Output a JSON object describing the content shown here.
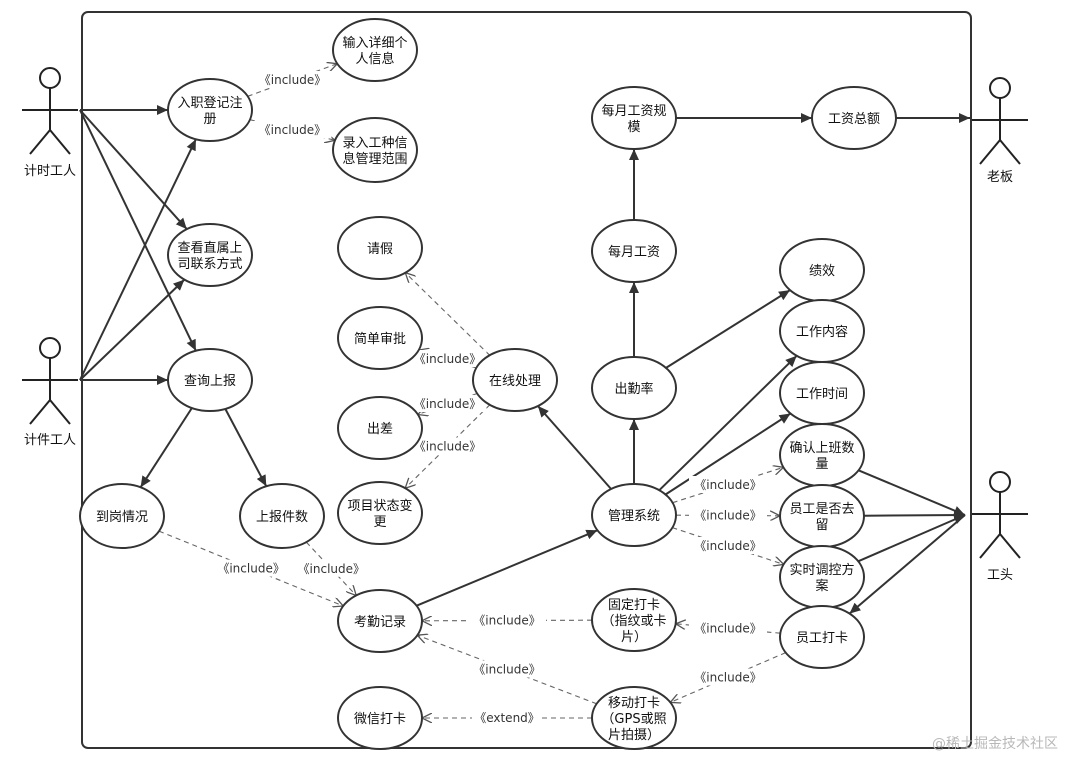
{
  "actors": [
    {
      "id": "hourly",
      "label": "计时工人"
    },
    {
      "id": "piece",
      "label": "计件工人"
    },
    {
      "id": "boss",
      "label": "老板"
    },
    {
      "id": "foreman",
      "label": "工头"
    }
  ],
  "use_cases": [
    {
      "id": "register",
      "lines": [
        "入职登记注",
        "册"
      ]
    },
    {
      "id": "personal_info",
      "lines": [
        "输入详细个",
        "人信息"
      ]
    },
    {
      "id": "job_scope",
      "lines": [
        "录入工种信",
        "息管理范围"
      ]
    },
    {
      "id": "view_contact",
      "lines": [
        "查看直属上",
        "司联系方式"
      ]
    },
    {
      "id": "query_report",
      "lines": [
        "查询上报"
      ]
    },
    {
      "id": "arrival",
      "lines": [
        "到岗情况"
      ]
    },
    {
      "id": "report_count",
      "lines": [
        "上报件数"
      ]
    },
    {
      "id": "attendance",
      "lines": [
        "考勤记录"
      ]
    },
    {
      "id": "wechat",
      "lines": [
        "微信打卡"
      ]
    },
    {
      "id": "leave",
      "lines": [
        "请假"
      ]
    },
    {
      "id": "approval",
      "lines": [
        "简单审批"
      ]
    },
    {
      "id": "trip",
      "lines": [
        "出差"
      ]
    },
    {
      "id": "project_status",
      "lines": [
        "项目状态变",
        "更"
      ]
    },
    {
      "id": "online",
      "lines": [
        "在线处理"
      ]
    },
    {
      "id": "monthly_scale",
      "lines": [
        "每月工资规",
        "模"
      ]
    },
    {
      "id": "total_salary",
      "lines": [
        "工资总额"
      ]
    },
    {
      "id": "monthly_salary",
      "lines": [
        "每月工资"
      ]
    },
    {
      "id": "attendance_rate",
      "lines": [
        "出勤率"
      ]
    },
    {
      "id": "mgmt",
      "lines": [
        "管理系统"
      ]
    },
    {
      "id": "fixed_punch",
      "lines": [
        "固定打卡",
        "（指纹或卡",
        "片）"
      ]
    },
    {
      "id": "mobile_punch",
      "lines": [
        "移动打卡",
        "（GPS或照",
        "片拍摄）"
      ]
    },
    {
      "id": "performance",
      "lines": [
        "绩效"
      ]
    },
    {
      "id": "work_content",
      "lines": [
        "工作内容"
      ]
    },
    {
      "id": "work_time",
      "lines": [
        "工作时间"
      ]
    },
    {
      "id": "confirm_count",
      "lines": [
        "确认上班数",
        "量"
      ]
    },
    {
      "id": "retention",
      "lines": [
        "员工是否去",
        "留"
      ]
    },
    {
      "id": "realtime",
      "lines": [
        "实时调控方",
        "案"
      ]
    },
    {
      "id": "emp_punch",
      "lines": [
        "员工打卡"
      ]
    }
  ],
  "relations": [
    {
      "type": "association",
      "from": "hourly",
      "to": "register"
    },
    {
      "type": "association",
      "from": "hourly",
      "to": "view_contact"
    },
    {
      "type": "association",
      "from": "hourly",
      "to": "query_report"
    },
    {
      "type": "association",
      "from": "piece",
      "to": "register"
    },
    {
      "type": "association",
      "from": "piece",
      "to": "view_contact"
    },
    {
      "type": "association",
      "from": "piece",
      "to": "query_report"
    },
    {
      "type": "include",
      "from": "register",
      "to": "personal_info",
      "label": "《include》"
    },
    {
      "type": "include",
      "from": "register",
      "to": "job_scope",
      "label": "《include》"
    },
    {
      "type": "association",
      "from": "query_report",
      "to": "arrival"
    },
    {
      "type": "association",
      "from": "query_report",
      "to": "report_count"
    },
    {
      "type": "include",
      "from": "arrival",
      "to": "attendance",
      "label": "《include》"
    },
    {
      "type": "include",
      "from": "report_count",
      "to": "attendance",
      "label": "《include》"
    },
    {
      "type": "association",
      "from": "attendance",
      "to": "mgmt"
    },
    {
      "type": "include",
      "from": "fixed_punch",
      "to": "attendance",
      "label": "《include》"
    },
    {
      "type": "include",
      "from": "mobile_punch",
      "to": "attendance",
      "label": "《include》"
    },
    {
      "type": "extend",
      "from": "mobile_punch",
      "to": "wechat",
      "label": "《extend》"
    },
    {
      "type": "include",
      "from": "online",
      "to": "leave",
      "label": ""
    },
    {
      "type": "include",
      "from": "online",
      "to": "approval",
      "label": "《include》"
    },
    {
      "type": "include",
      "from": "online",
      "to": "trip",
      "label": "《include》"
    },
    {
      "type": "include",
      "from": "online",
      "to": "project_status",
      "label": "《include》"
    },
    {
      "type": "association",
      "from": "mgmt",
      "to": "online"
    },
    {
      "type": "association",
      "from": "mgmt",
      "to": "attendance_rate"
    },
    {
      "type": "association",
      "from": "attendance_rate",
      "to": "monthly_salary"
    },
    {
      "type": "association",
      "from": "monthly_salary",
      "to": "monthly_scale"
    },
    {
      "type": "association",
      "from": "monthly_scale",
      "to": "total_salary"
    },
    {
      "type": "association",
      "from": "total_salary",
      "to": "boss"
    },
    {
      "type": "association",
      "from": "attendance_rate",
      "to": "performance"
    },
    {
      "type": "association",
      "from": "mgmt",
      "to": "work_content"
    },
    {
      "type": "association",
      "from": "mgmt",
      "to": "work_time"
    },
    {
      "type": "include",
      "from": "mgmt",
      "to": "confirm_count",
      "label": "《include》"
    },
    {
      "type": "include",
      "from": "mgmt",
      "to": "retention",
      "label": "《include》"
    },
    {
      "type": "include",
      "from": "mgmt",
      "to": "realtime",
      "label": "《include》"
    },
    {
      "type": "association",
      "from": "confirm_count",
      "to": "foreman"
    },
    {
      "type": "association",
      "from": "retention",
      "to": "foreman"
    },
    {
      "type": "association",
      "from": "realtime",
      "to": "foreman"
    },
    {
      "type": "association",
      "from": "foreman",
      "to": "emp_punch"
    },
    {
      "type": "include",
      "from": "emp_punch",
      "to": "fixed_punch",
      "label": "《include》"
    },
    {
      "type": "include",
      "from": "emp_punch",
      "to": "mobile_punch",
      "label": "《include》"
    }
  ],
  "watermark": "@稀土掘金技术社区",
  "colors": {
    "stroke": "#333333",
    "dashed": "#666666",
    "text": "#111111",
    "watermark": "#b8b8b8"
  }
}
